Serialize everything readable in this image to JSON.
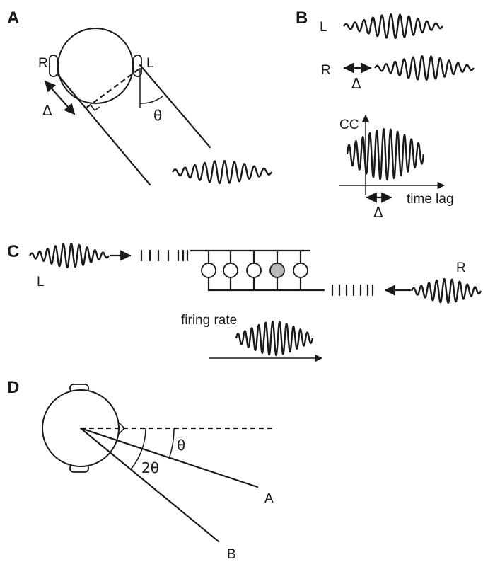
{
  "panels": {
    "a": "A",
    "b": "B",
    "c": "C",
    "d": "D"
  },
  "panel_a": {
    "right_ear": "R",
    "left_ear": "L",
    "delta": "Δ",
    "theta": "θ"
  },
  "panel_b": {
    "left_signal": "L",
    "right_signal": "R",
    "delta_signal": "Δ",
    "cc_axis": "CC",
    "time_axis": "time lag",
    "delta_cc": "Δ"
  },
  "panel_c": {
    "left_input": "L",
    "right_input": "R",
    "firing_axis": "firing rate"
  },
  "panel_d": {
    "theta": "θ",
    "two_theta": "2θ",
    "point_a": "A",
    "point_b": "B"
  },
  "colors": {
    "ink": "#1a1a1a",
    "highlighted_cell": "#b8b8b8"
  }
}
